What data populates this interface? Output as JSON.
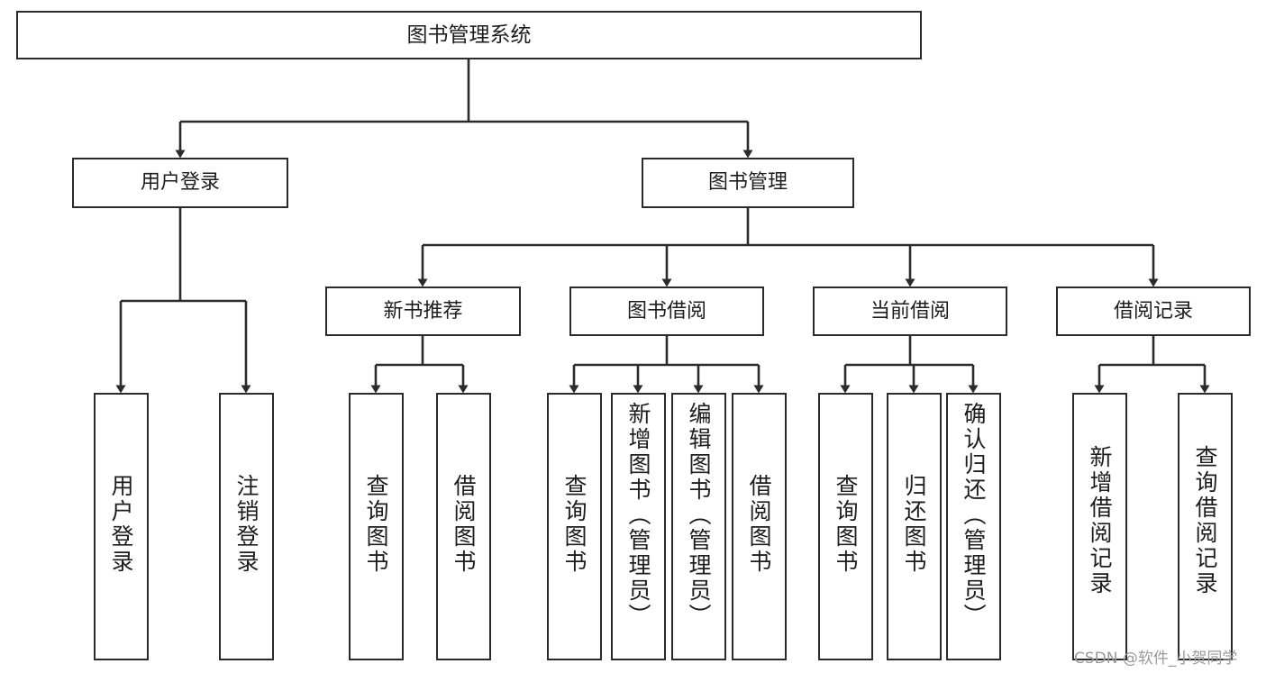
{
  "diagram": {
    "type": "tree",
    "title": "图书管理系统",
    "root": {
      "label": "图书管理系统"
    },
    "tier1": [
      {
        "label": "用户登录"
      },
      {
        "label": "图书管理"
      }
    ],
    "tier2": [
      {
        "label": "新书推荐"
      },
      {
        "label": "图书借阅"
      },
      {
        "label": "当前借阅"
      },
      {
        "label": "借阅记录"
      }
    ],
    "leaves": {
      "user_login": [
        {
          "label": "用户登录"
        },
        {
          "label": "注销登录"
        }
      ],
      "new_book_rec": [
        {
          "label": "查询图书"
        },
        {
          "label": "借阅图书"
        }
      ],
      "book_borrow": [
        {
          "label": "查询图书"
        },
        {
          "label": "新增图书（管理员）"
        },
        {
          "label": "编辑图书（管理员）"
        },
        {
          "label": "借阅图书"
        }
      ],
      "current_borrow": [
        {
          "label": "查询图书"
        },
        {
          "label": "归还图书"
        },
        {
          "label": "确认归还（管理员）"
        }
      ],
      "borrow_record": [
        {
          "label": "新增借阅记录"
        },
        {
          "label": "查询借阅记录"
        }
      ]
    }
  },
  "watermark": {
    "text": "CSDN @软件_小贺同学"
  },
  "colors": {
    "stroke": "#2b2b2b",
    "background": "#ffffff",
    "text": "#1d1d1d",
    "watermark": "#9a9a9a"
  }
}
